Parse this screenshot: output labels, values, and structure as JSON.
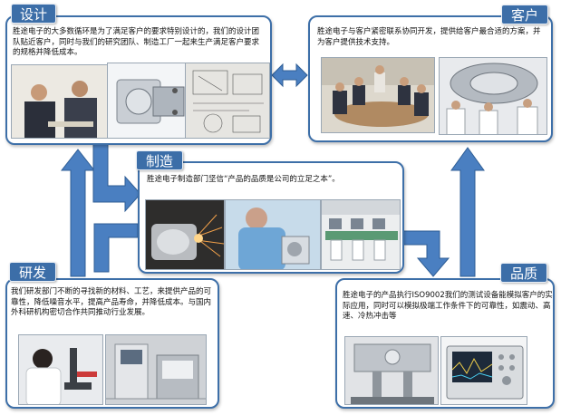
{
  "sections": {
    "design": {
      "title": "设计",
      "text": "胜途电子的大多数循环是为了满足客户的要求特别设计的，我们的设计团队贴近客户，同时与我们的研究团队、制造工厂一起来生产满足客户要求的规格并降低成本。",
      "photos": [
        "meeting-photo",
        "valve-drawing-photo",
        "blueprint-photo"
      ]
    },
    "customer": {
      "title": "客户",
      "text": "胜途电子与客户紧密联系协同开发，提供给客户最合适的方案，并为客户提供技术支持。",
      "photos": [
        "conference-photo",
        "machine-inspection-photo"
      ]
    },
    "manufacturing": {
      "title": "制造",
      "text": "胜途电子制造部门坚信“产品的品质是公司的立足之本”。",
      "photos": [
        "cnc-machining-photo",
        "worker-assembly-photo",
        "production-line-photo"
      ]
    },
    "research": {
      "title": "研发",
      "text": "我们研发部门不断的寻找新的材料、工艺，来提供产品的可靠性，降低噪音水平，提高产品寿命，并降低成本。与国内外科研机构密切合作共同推动行业发展。",
      "photos": [
        "microscope-lab-photo",
        "test-equipment-photo"
      ]
    },
    "quality": {
      "title": "品质",
      "text": "胜途电子的产品执行ISO9002我们的测试设备能模拟客户的实际应用，同时可以模拟极端工作条件下的可靠性，如震动、高速、冷热冲击等",
      "photos": [
        "lab-machine-photo",
        "oscilloscope-photo"
      ]
    }
  },
  "colors": {
    "border": "#3d6fa8",
    "tag": "#3c6ea8",
    "arrow": "#4a7fc1"
  }
}
